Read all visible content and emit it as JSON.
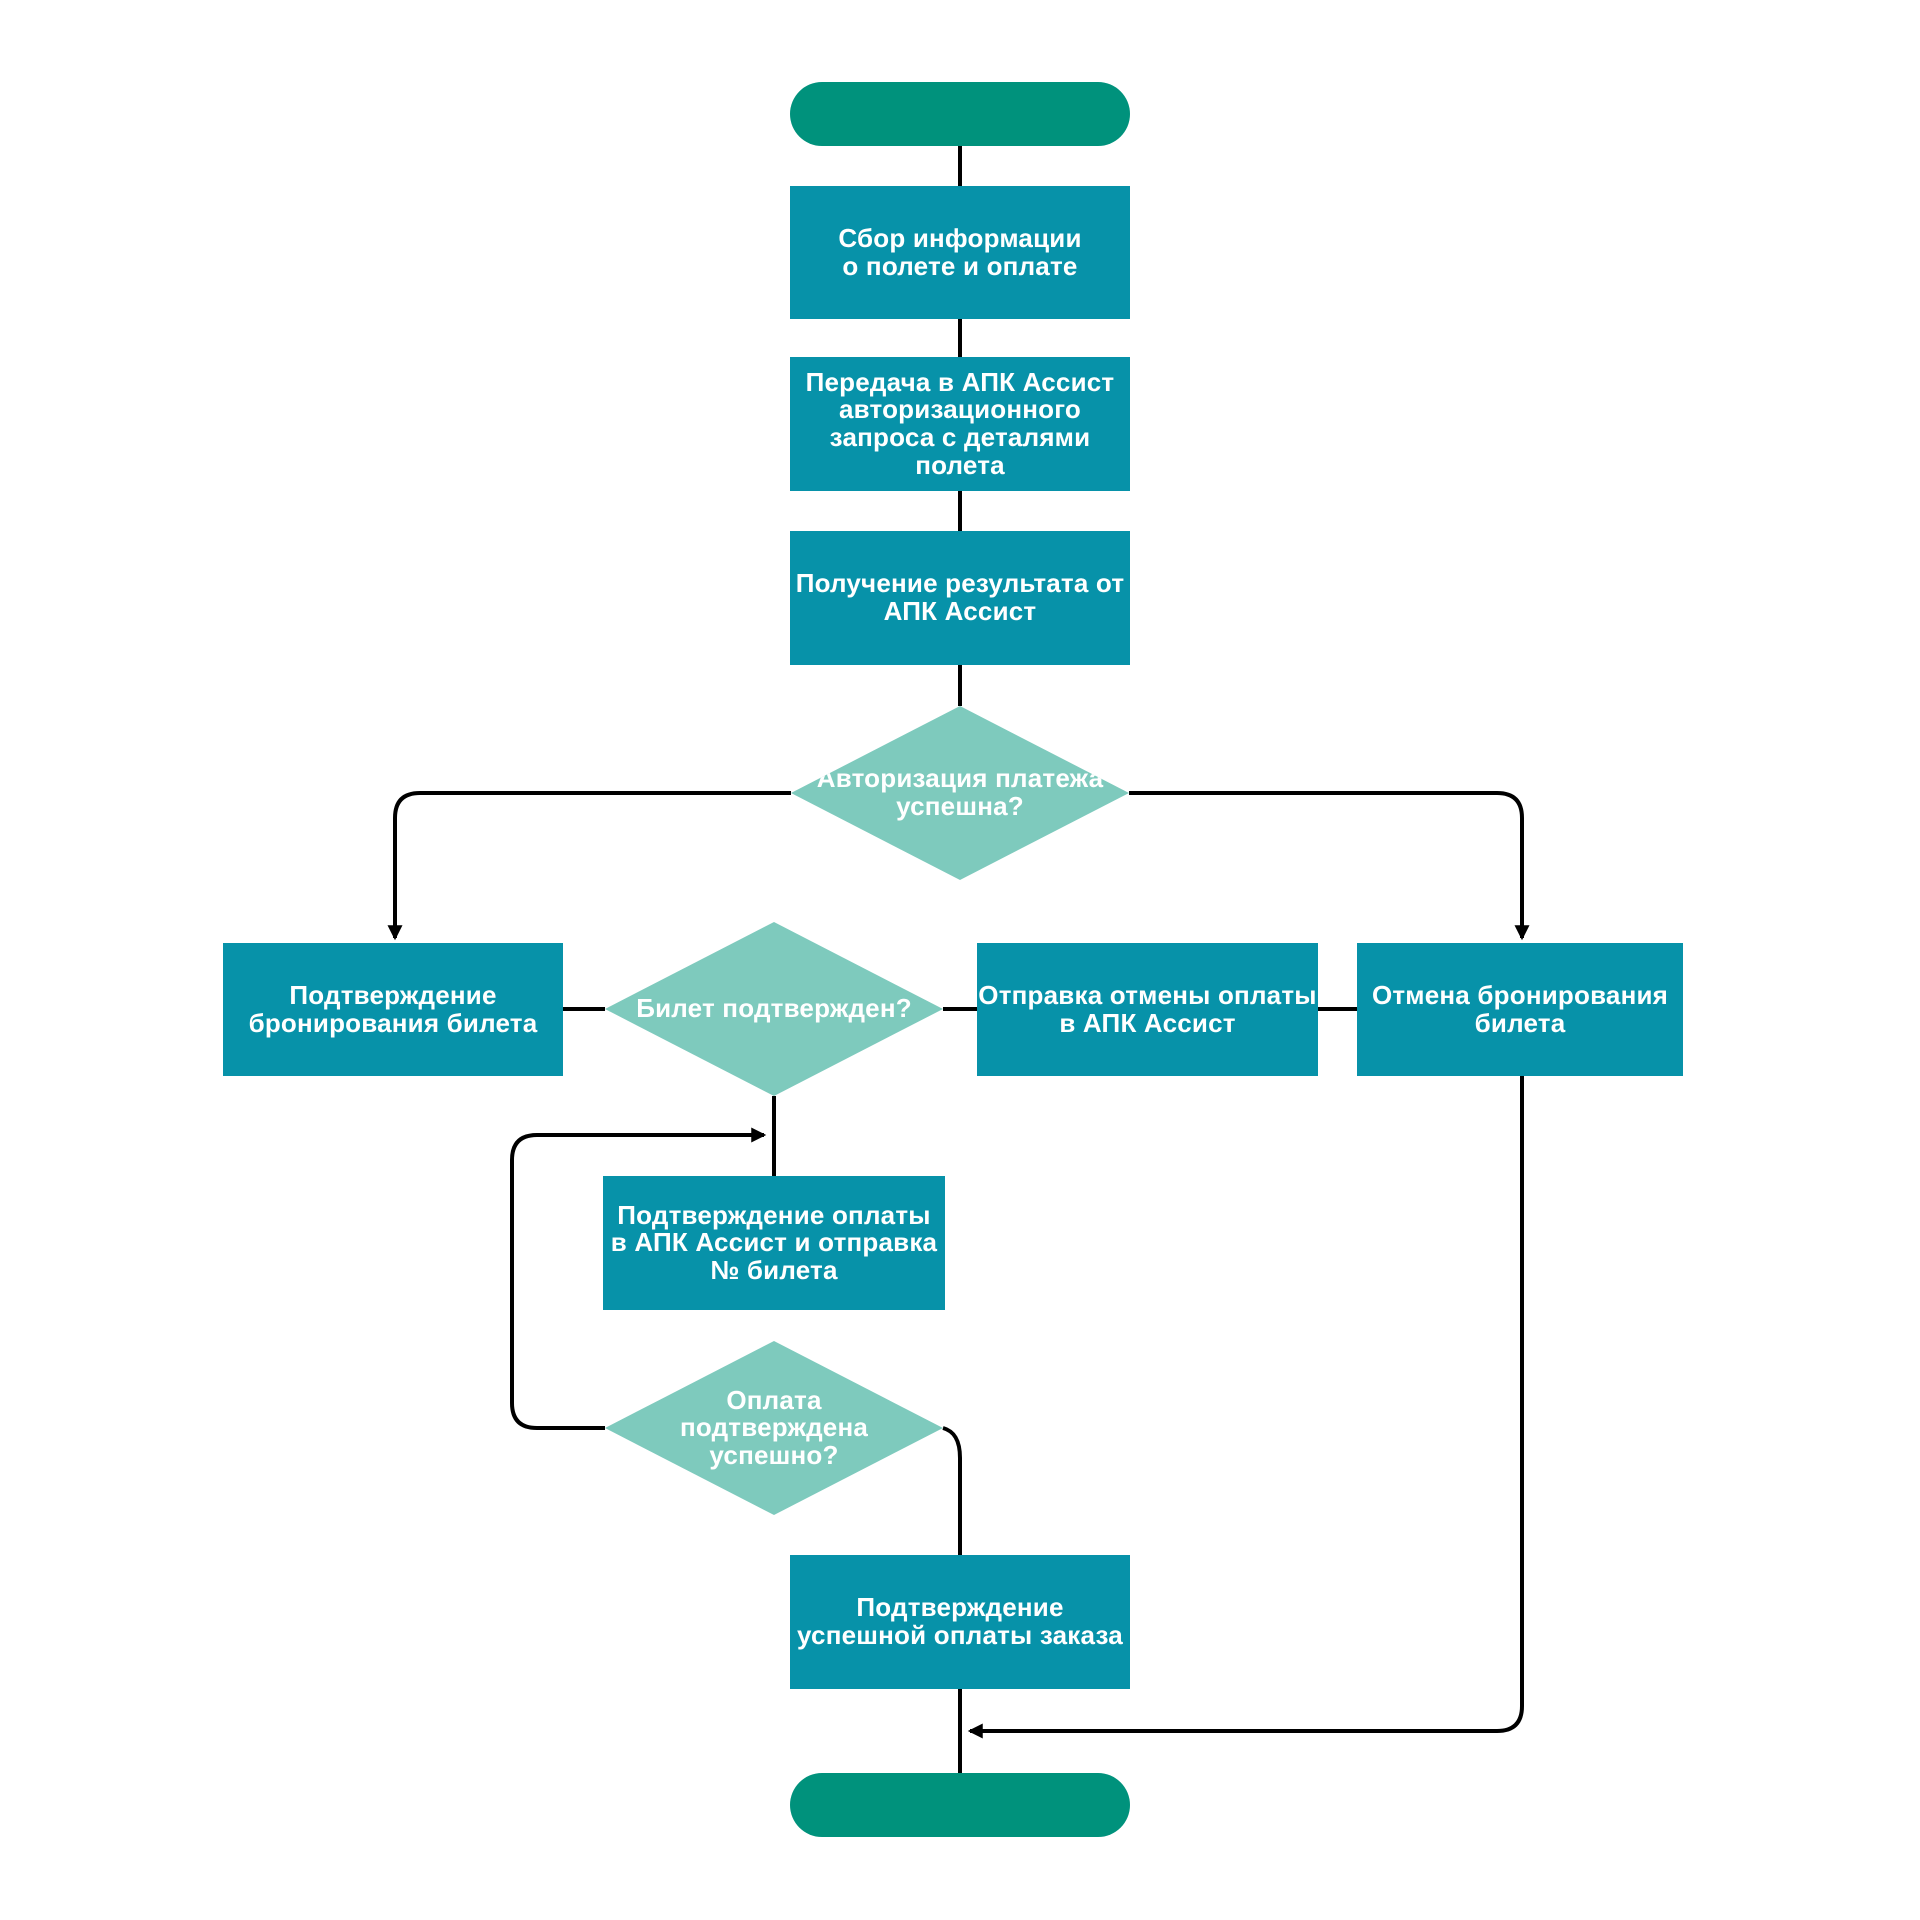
{
  "flowchart": {
    "colors": {
      "background": "#ffffff",
      "process": "#0792A9",
      "terminator": "#00927C",
      "decision": "#7ECABD",
      "connector": "#000000",
      "label": "#ffffff"
    },
    "nodes": {
      "start": {
        "type": "terminator",
        "label": ""
      },
      "collect_info": {
        "type": "process",
        "label": "Сбор информации\nо полете и оплате"
      },
      "send_auth_request": {
        "type": "process",
        "label": "Передача в АПК Ассист\nавторизационного\nзапроса с деталями\nполета"
      },
      "receive_result": {
        "type": "process",
        "label": "Получение результата от\nАПК Ассист"
      },
      "payment_authorized_decision": {
        "type": "decision",
        "label": "Авторизация платежа\nуспешна?"
      },
      "confirm_booking": {
        "type": "process",
        "label": "Подтверждение\nбронирования билета"
      },
      "ticket_confirmed_decision": {
        "type": "decision",
        "label": "Билет подтвержден?"
      },
      "send_payment_cancel": {
        "type": "process",
        "label": "Отправка отмены оплаты\nв АПК Ассист"
      },
      "cancel_booking": {
        "type": "process",
        "label": "Отмена бронирования\nбилета"
      },
      "confirm_payment_send_ticket": {
        "type": "process",
        "label": "Подтверждение оплаты\nв АПК Ассист и отправка\n№ билета"
      },
      "payment_confirmed_decision": {
        "type": "decision",
        "label": "Оплата\nподтверждена\nуспешно?"
      },
      "confirm_order_payment": {
        "type": "process",
        "label": "Подтверждение\nуспешной оплаты заказа"
      },
      "end": {
        "type": "terminator",
        "label": ""
      }
    },
    "edges": [
      {
        "from": "start",
        "to": "collect_info",
        "arrowhead": false
      },
      {
        "from": "collect_info",
        "to": "send_auth_request",
        "arrowhead": false
      },
      {
        "from": "send_auth_request",
        "to": "receive_result",
        "arrowhead": false
      },
      {
        "from": "receive_result",
        "to": "payment_authorized_decision",
        "arrowhead": false
      },
      {
        "from": "payment_authorized_decision",
        "to": "confirm_booking",
        "arrowhead": true
      },
      {
        "from": "payment_authorized_decision",
        "to": "cancel_booking",
        "arrowhead": true
      },
      {
        "from": "confirm_booking",
        "to": "ticket_confirmed_decision",
        "arrowhead": false
      },
      {
        "from": "ticket_confirmed_decision",
        "to": "send_payment_cancel",
        "arrowhead": false
      },
      {
        "from": "send_payment_cancel",
        "to": "cancel_booking",
        "arrowhead": false
      },
      {
        "from": "ticket_confirmed_decision",
        "to": "confirm_payment_send_ticket",
        "arrowhead": false
      },
      {
        "from": "confirm_payment_send_ticket",
        "to": "payment_confirmed_decision",
        "arrowhead": false
      },
      {
        "from": "payment_confirmed_decision",
        "to": "confirm_payment_send_ticket",
        "arrowhead": true
      },
      {
        "from": "payment_confirmed_decision",
        "to": "confirm_order_payment",
        "arrowhead": false
      },
      {
        "from": "confirm_order_payment",
        "to": "end",
        "arrowhead": false
      },
      {
        "from": "cancel_booking",
        "to": "end",
        "arrowhead": true
      }
    ]
  }
}
